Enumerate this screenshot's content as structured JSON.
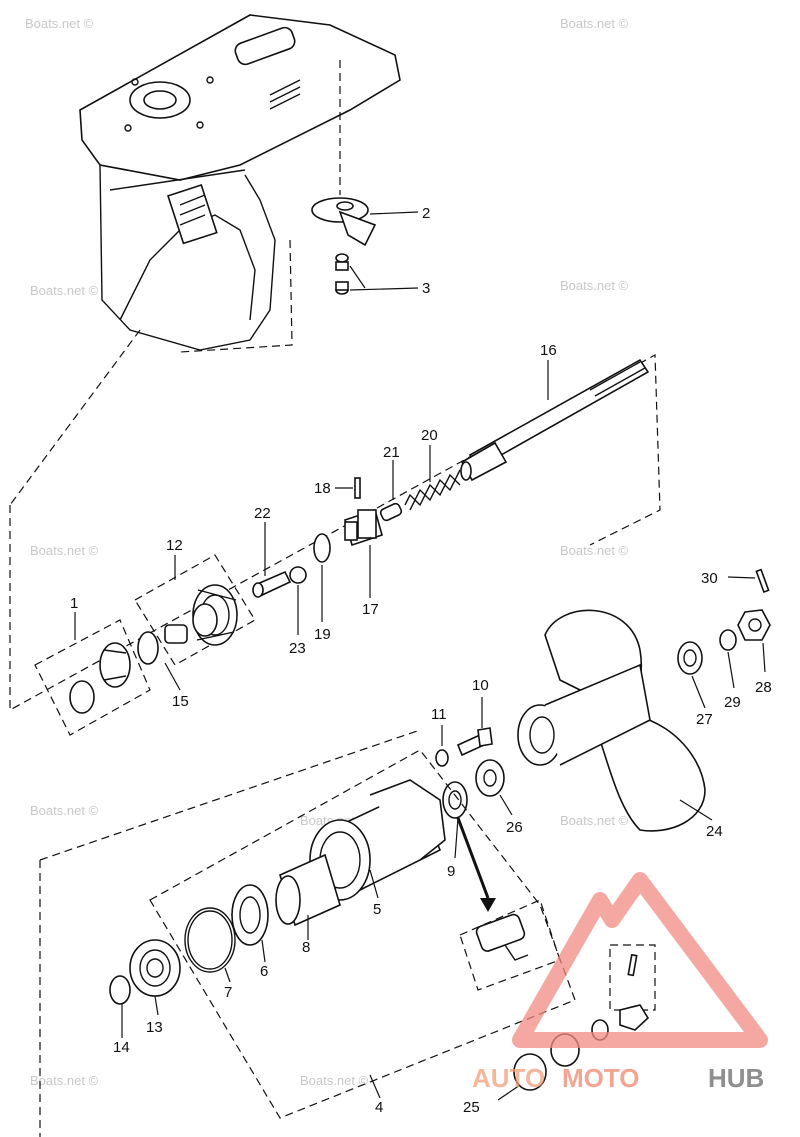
{
  "watermark_text": "Boats.net ©",
  "callouts": [
    {
      "id": "1",
      "label": "1"
    },
    {
      "id": "2",
      "label": "2"
    },
    {
      "id": "3",
      "label": "3"
    },
    {
      "id": "4",
      "label": "4"
    },
    {
      "id": "5",
      "label": "5"
    },
    {
      "id": "6",
      "label": "6"
    },
    {
      "id": "7",
      "label": "7"
    },
    {
      "id": "8",
      "label": "8"
    },
    {
      "id": "9",
      "label": "9"
    },
    {
      "id": "10",
      "label": "10"
    },
    {
      "id": "11",
      "label": "11"
    },
    {
      "id": "12",
      "label": "12"
    },
    {
      "id": "13",
      "label": "13"
    },
    {
      "id": "14",
      "label": "14"
    },
    {
      "id": "15",
      "label": "15"
    },
    {
      "id": "16",
      "label": "16"
    },
    {
      "id": "17",
      "label": "17"
    },
    {
      "id": "18",
      "label": "18"
    },
    {
      "id": "19",
      "label": "19"
    },
    {
      "id": "20",
      "label": "20"
    },
    {
      "id": "21",
      "label": "21"
    },
    {
      "id": "22",
      "label": "22"
    },
    {
      "id": "23",
      "label": "23"
    },
    {
      "id": "24",
      "label": "24"
    },
    {
      "id": "25",
      "label": "25"
    },
    {
      "id": "26",
      "label": "26"
    },
    {
      "id": "27",
      "label": "27"
    },
    {
      "id": "28",
      "label": "28"
    },
    {
      "id": "29",
      "label": "29"
    },
    {
      "id": "30",
      "label": "30"
    }
  ],
  "brand": {
    "part1": "AUTO",
    "part2": "MOTO",
    "part3": "HUB"
  },
  "colors": {
    "line": "#111111",
    "watermark": "#c8c8c8",
    "logo_triangle": "#f28b82",
    "logo_hub": "#6a6a6a"
  }
}
